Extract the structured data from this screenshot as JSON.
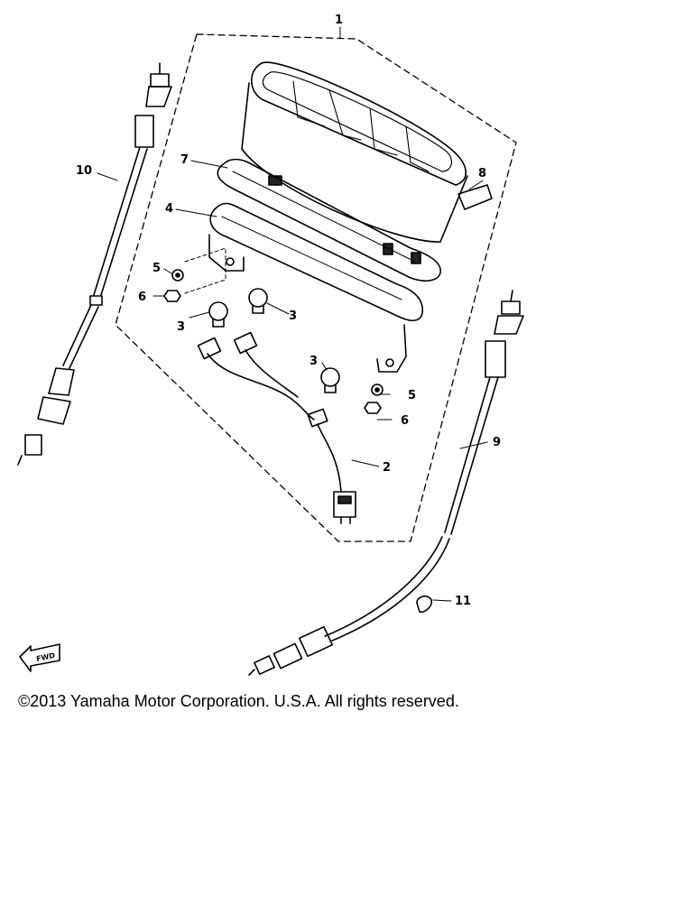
{
  "callouts": {
    "c1": "1",
    "c2": "2",
    "c3a": "3",
    "c3b": "3",
    "c3c": "3",
    "c4": "4",
    "c5a": "5",
    "c5b": "5",
    "c6a": "6",
    "c6b": "6",
    "c7": "7",
    "c8": "8",
    "c9": "9",
    "c10": "10",
    "c11": "11"
  },
  "direction_mark": "FWD",
  "copyright": "©2013 Yamaha Motor Corporation. U.S.A. All rights reserved."
}
